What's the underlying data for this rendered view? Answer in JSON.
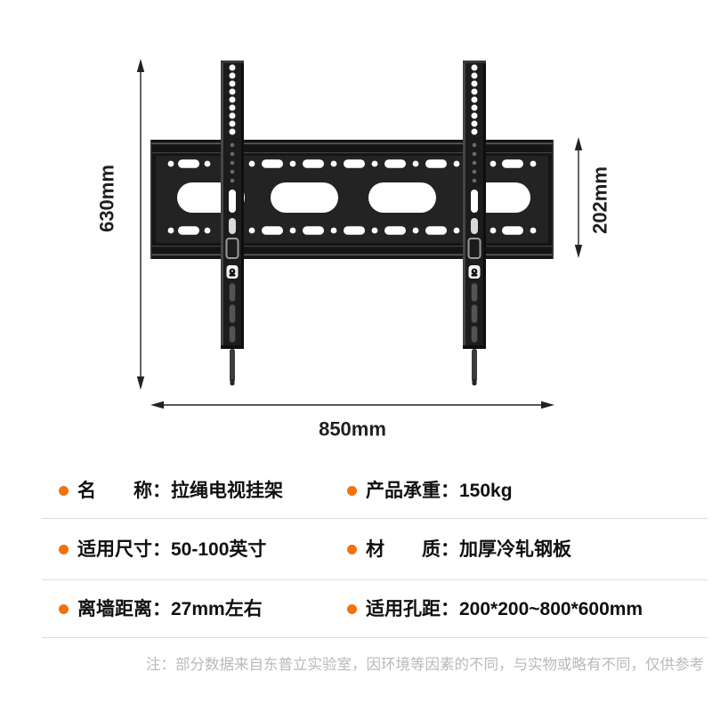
{
  "diagram": {
    "dim_total_height": "630mm",
    "dim_plate_height": "202mm",
    "dim_total_width": "850mm"
  },
  "specs": {
    "rows": [
      {
        "cells": [
          {
            "label": "名　　称：",
            "value": "拉绳电视挂架"
          },
          {
            "label": "产品承重：",
            "value": "150kg"
          }
        ]
      },
      {
        "cells": [
          {
            "label": "适用尺寸：",
            "value": "50-100英寸"
          },
          {
            "label": "材　　质：",
            "value": "加厚冷轧钢板"
          }
        ]
      },
      {
        "cells": [
          {
            "label": "离墙距离：",
            "value": "27mm左右"
          },
          {
            "label": "适用孔距：",
            "value": "200*200~800*600mm"
          }
        ]
      }
    ]
  },
  "footnote": "注：部分数据来自东普立实验室，因环境等因素的不同，与实物或略有不同，仅供参考",
  "colors": {
    "accent_bullet": "#F1720D",
    "divider": "#DCDCDC",
    "footnote_gray": "#B9B9B9",
    "bracket_black": "#1C1C1C"
  }
}
